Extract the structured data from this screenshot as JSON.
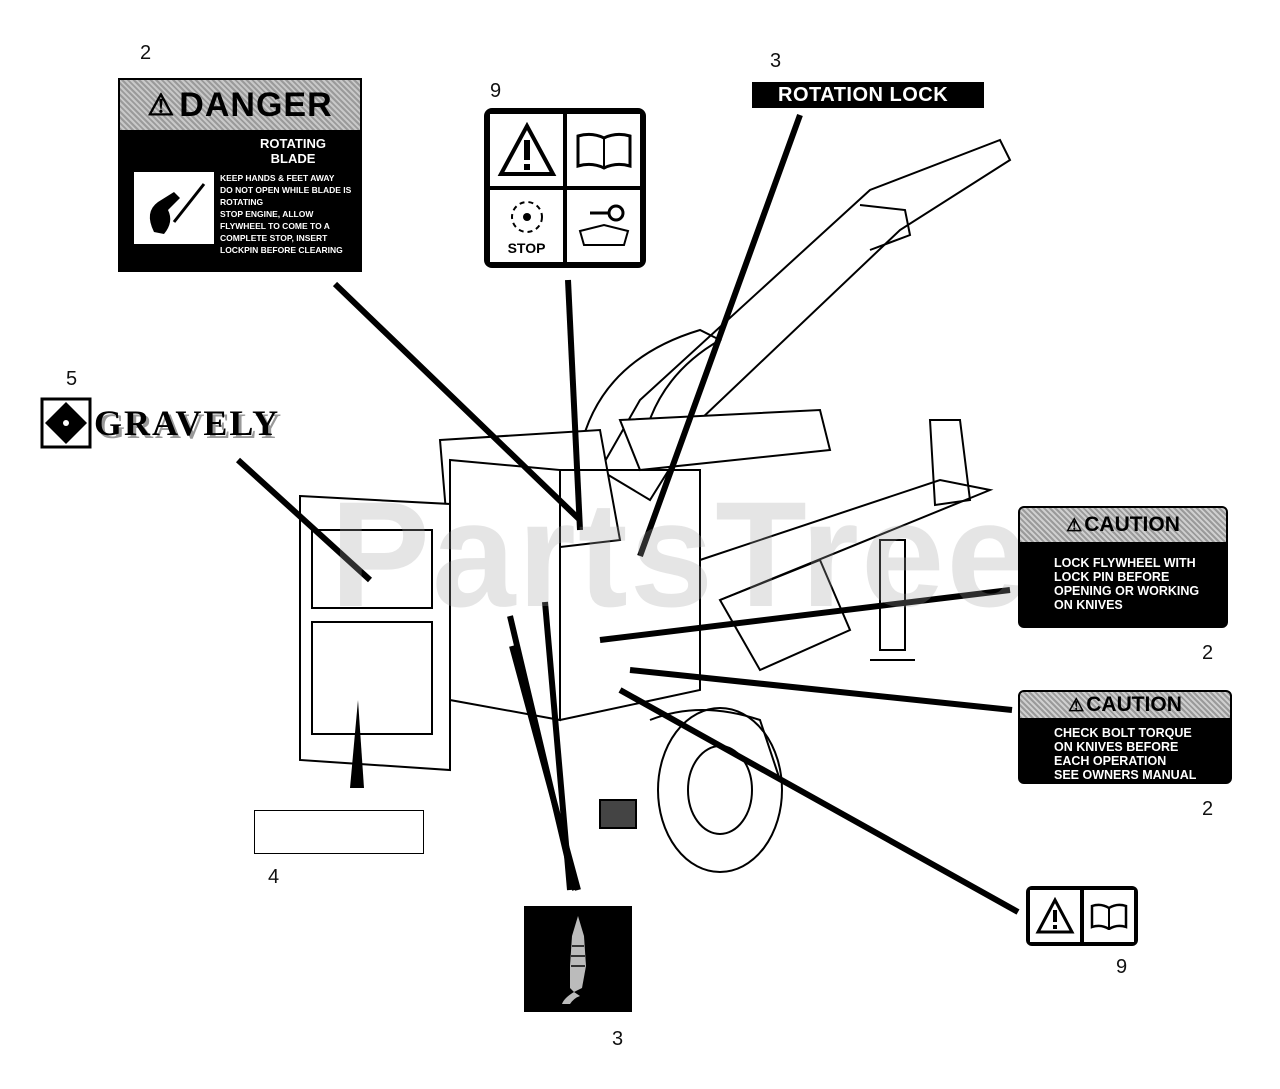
{
  "watermark": "PartsTree",
  "callouts": [
    {
      "id": "c-danger",
      "text": "2"
    },
    {
      "id": "c-iso-top",
      "text": "9"
    },
    {
      "id": "c-rotlock",
      "text": "3"
    },
    {
      "id": "c-gravely",
      "text": "5"
    },
    {
      "id": "c-caution-1",
      "text": "2"
    },
    {
      "id": "c-caution-2",
      "text": "2"
    },
    {
      "id": "c-blank",
      "text": "4"
    },
    {
      "id": "c-iso-small",
      "text": "9"
    },
    {
      "id": "c-lockpin",
      "text": "3"
    }
  ],
  "danger": {
    "header": "DANGER",
    "title_line1": "ROTATING",
    "title_line2": "BLADE",
    "bullets": [
      "KEEP HANDS & FEET AWAY",
      "DO NOT OPEN WHILE BLADE IS ROTATING",
      "STOP ENGINE, ALLOW FLYWHEEL TO COME TO A COMPLETE STOP, INSERT LOCKPIN BEFORE CLEARING"
    ]
  },
  "iso": {
    "stop_label": "STOP"
  },
  "rotation_lock": {
    "text": "ROTATION LOCK"
  },
  "gravely": {
    "text": "GRAVELY"
  },
  "caution_1": {
    "header": "CAUTION",
    "lines": [
      "LOCK FLYWHEEL WITH",
      "LOCK PIN BEFORE",
      "OPENING OR WORKING",
      "ON KNIVES"
    ]
  },
  "caution_2": {
    "header": "CAUTION",
    "lines": [
      "CHECK BOLT TORQUE",
      "ON KNIVES BEFORE",
      "EACH OPERATION",
      "SEE OWNERS MANUAL"
    ]
  }
}
